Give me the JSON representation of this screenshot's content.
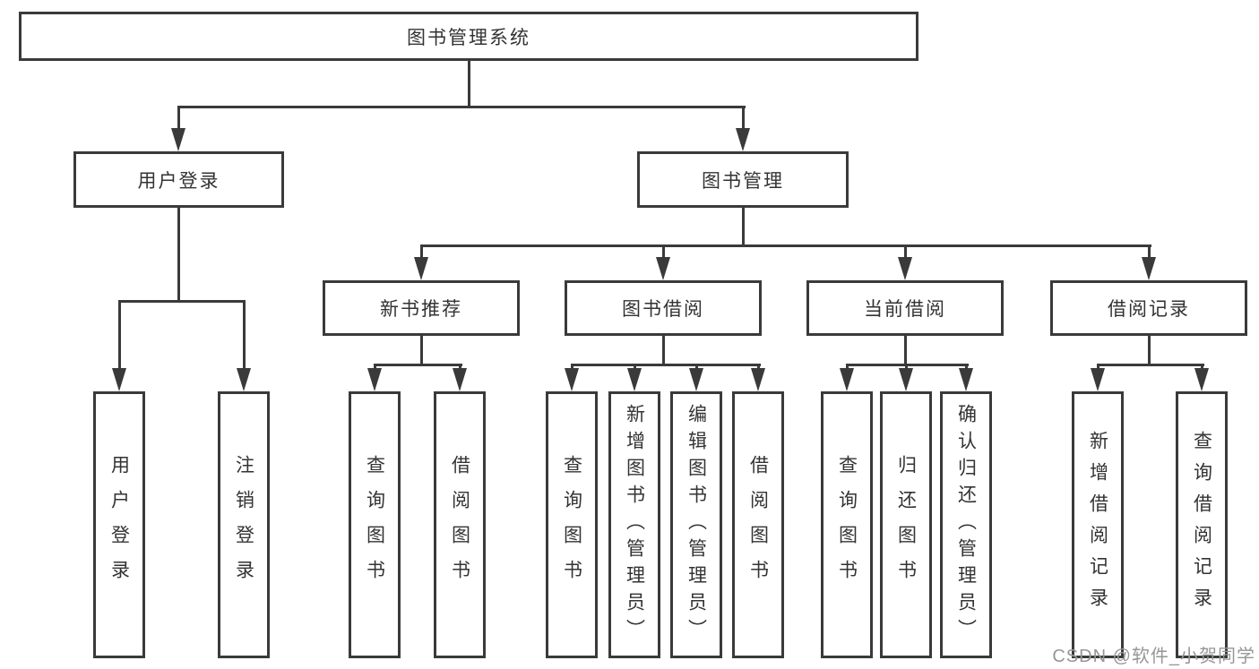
{
  "diagram": {
    "title": "图书管理系统",
    "tree": {
      "root": "图书管理系统",
      "children": [
        {
          "label": "用户登录",
          "children": [
            "用户登录",
            "注销登录"
          ]
        },
        {
          "label": "图书管理",
          "children": [
            {
              "label": "新书推荐",
              "children": [
                "查询图书",
                "借阅图书"
              ]
            },
            {
              "label": "图书借阅",
              "children": [
                "查询图书",
                "新增图书（管理员）",
                "编辑图书（管理员）",
                "借阅图书"
              ]
            },
            {
              "label": "当前借阅",
              "children": [
                "查询图书",
                "归还图书",
                "确认归还（管理员）"
              ]
            },
            {
              "label": "借阅记录",
              "children": [
                "新增借阅记录",
                "查询借阅记录"
              ]
            }
          ]
        }
      ]
    },
    "boxes": {
      "root": "图书管理系统",
      "l2": [
        "用户登录",
        "图书管理"
      ],
      "l3": [
        "新书推荐",
        "图书借阅",
        "当前借阅",
        "借阅记录"
      ],
      "leaves": [
        "用户登录",
        "注销登录",
        "查询图书",
        "借阅图书",
        "查询图书",
        "新增图书（管理员）",
        "编辑图书（管理员）",
        "借阅图书",
        "查询图书",
        "归还图书",
        "确认归还（管理员）",
        "新增借阅记录",
        "查询借阅记录"
      ]
    }
  },
  "watermark": {
    "text": "CSDN @软件_小贺同学"
  },
  "colors": {
    "line": "#3a3a3a",
    "text": "#333333",
    "watermark": "#969696",
    "background": "#ffffff"
  }
}
